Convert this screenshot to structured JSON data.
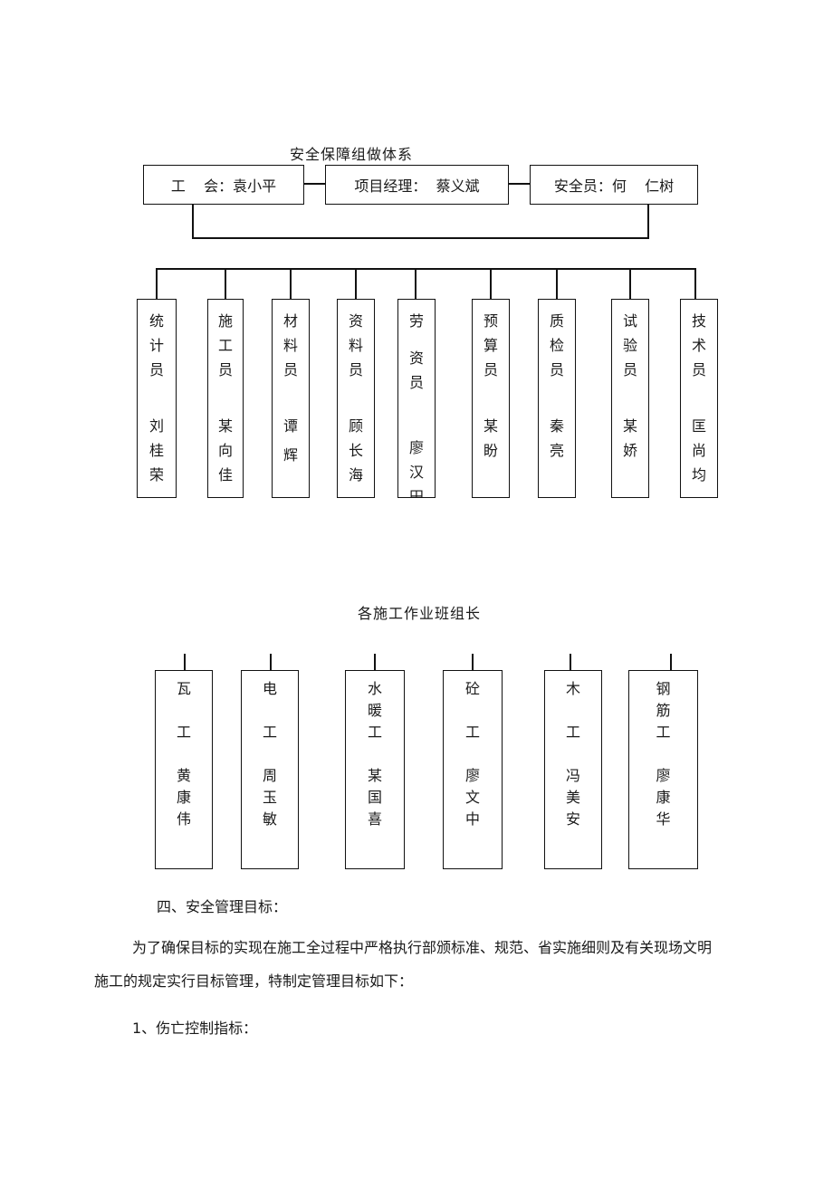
{
  "safety_org": {
    "title": "安全保障组做体系",
    "top": [
      {
        "label": "工    会：袁小平"
      },
      {
        "label": "项目经理：  蔡义斌"
      },
      {
        "label": "安全员：何    仁树"
      }
    ],
    "staff": [
      {
        "role": [
          "统",
          "计",
          "员"
        ],
        "name": [
          "刘",
          "桂",
          "荣"
        ]
      },
      {
        "role": [
          "施",
          "工",
          "员"
        ],
        "name": [
          "某",
          "向",
          "佳"
        ]
      },
      {
        "role": [
          "材",
          "料",
          "员"
        ],
        "name": [
          "谭",
          "辉"
        ]
      },
      {
        "role": [
          "资",
          "料",
          "员"
        ],
        "name": [
          "顾",
          "长",
          "海"
        ]
      },
      {
        "role": [
          "劳",
          "资",
          "员"
        ],
        "name": [
          "廖",
          "汉",
          "田"
        ]
      },
      {
        "role": [
          "预",
          "算",
          "员"
        ],
        "name": [
          "某",
          "盼"
        ]
      },
      {
        "role": [
          "质",
          "检",
          "员"
        ],
        "name": [
          "秦",
          "亮"
        ]
      },
      {
        "role": [
          "试",
          "验",
          "员"
        ],
        "name": [
          "某",
          "娇"
        ]
      },
      {
        "role": [
          "技",
          "术",
          "员"
        ],
        "name": [
          "匡",
          "尚",
          "均"
        ]
      }
    ]
  },
  "crews": {
    "title": "各施工作业班组长",
    "items": [
      {
        "lines": [
          "瓦",
          "",
          "工",
          "",
          "黄",
          "康",
          "伟"
        ]
      },
      {
        "lines": [
          "电",
          "",
          "工",
          "",
          "周",
          "玉",
          "敏"
        ]
      },
      {
        "lines": [
          "水",
          "暖",
          "工",
          "",
          "某",
          "国",
          "喜"
        ]
      },
      {
        "lines": [
          "砼",
          "",
          "工",
          "",
          "廖",
          "文",
          "中"
        ]
      },
      {
        "lines": [
          "木",
          "",
          "工",
          "",
          "冯",
          "美",
          "安"
        ]
      },
      {
        "lines": [
          "钢",
          "筋",
          "工",
          "",
          "廖",
          "康",
          "华"
        ]
      }
    ]
  },
  "text": {
    "heading4": "四、安全管理目标：",
    "para1a": "为了确保目标的实现在施工全过程中严格执行部颁标准、规范、省实施细则及有关现场文明",
    "para1b": "施工的规定实行目标管理，特制定管理目标如下：",
    "item1": "1、伤亡控制指标："
  }
}
